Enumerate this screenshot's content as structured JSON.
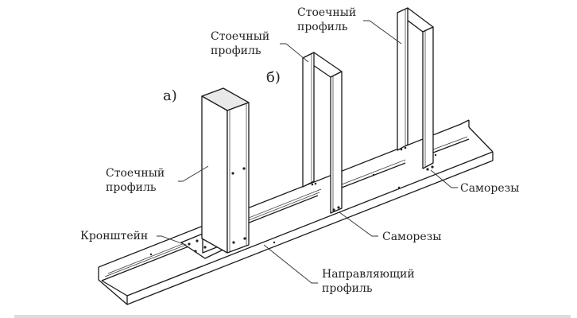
{
  "diagram": {
    "title": "Frame of stud and guide profiles",
    "variants": {
      "a": "а)",
      "b": "б)"
    },
    "labels": {
      "stud_a_line1": "Стоечный",
      "stud_a_line2": "профиль",
      "stud_b1_line1": "Стоечный",
      "stud_b1_line2": "профиль",
      "stud_b2_line1": "Стоечный",
      "stud_b2_line2": "профиль",
      "bracket": "Кронштейн",
      "screws_1": "Саморезы",
      "screws_2": "Саморезы",
      "guide_line1": "Направляющий",
      "guide_line2": "профиль"
    },
    "colors": {
      "line": "#1a1a1a",
      "background": "#ffffff",
      "shade": "#e9e9e9"
    }
  }
}
